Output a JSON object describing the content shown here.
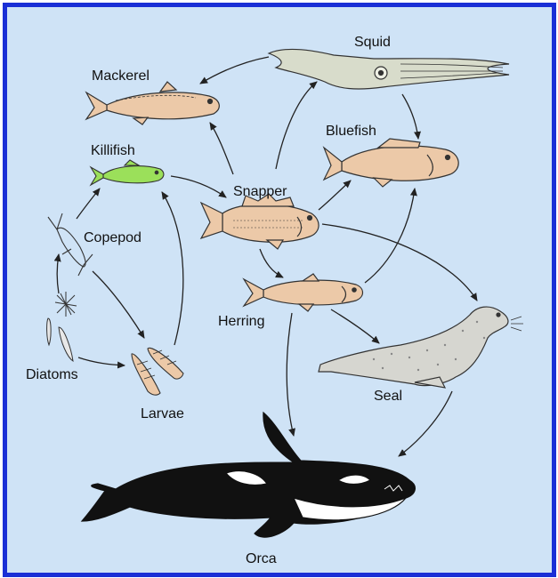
{
  "labels": {
    "squid": "Squid",
    "mackerel": "Mackerel",
    "bluefish": "Bluefish",
    "killifish": "Killifish",
    "snapper": "Snapper",
    "copepod": "Copepod",
    "herring": "Herring",
    "diatoms": "Diatoms",
    "larvae": "Larvae",
    "seal": "Seal",
    "orca": "Orca"
  },
  "colors": {
    "frame": "#1a2fd6",
    "background": "#cfe3f6",
    "fish_tan": "#ecc9a8",
    "killifish_green": "#9be05a",
    "squid_gray": "#d8dccb",
    "seal_gray": "#d6d6d0",
    "orca_black": "#111111",
    "arrow": "#222222"
  },
  "icons": [
    "squid-icon",
    "mackerel-icon",
    "bluefish-icon",
    "killifish-icon",
    "snapper-icon",
    "copepod-icon",
    "herring-icon",
    "diatoms-icon",
    "larvae-icon",
    "seal-icon",
    "orca-icon"
  ]
}
